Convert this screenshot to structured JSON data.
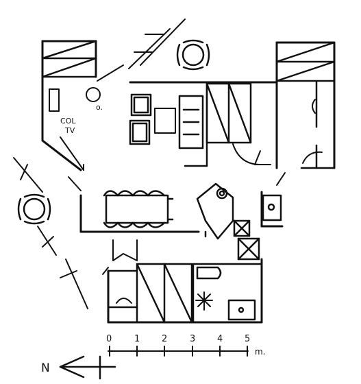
{
  "labels": {
    "col": "COL",
    "tv": "TV",
    "lamp_marker": "o.",
    "north": "N",
    "scale_unit": "m."
  },
  "scale": {
    "ticks": [
      "0",
      "1",
      "2",
      "3",
      "4",
      "5"
    ]
  },
  "colors": {
    "ink": "#111111",
    "paper": "#ffffff"
  }
}
